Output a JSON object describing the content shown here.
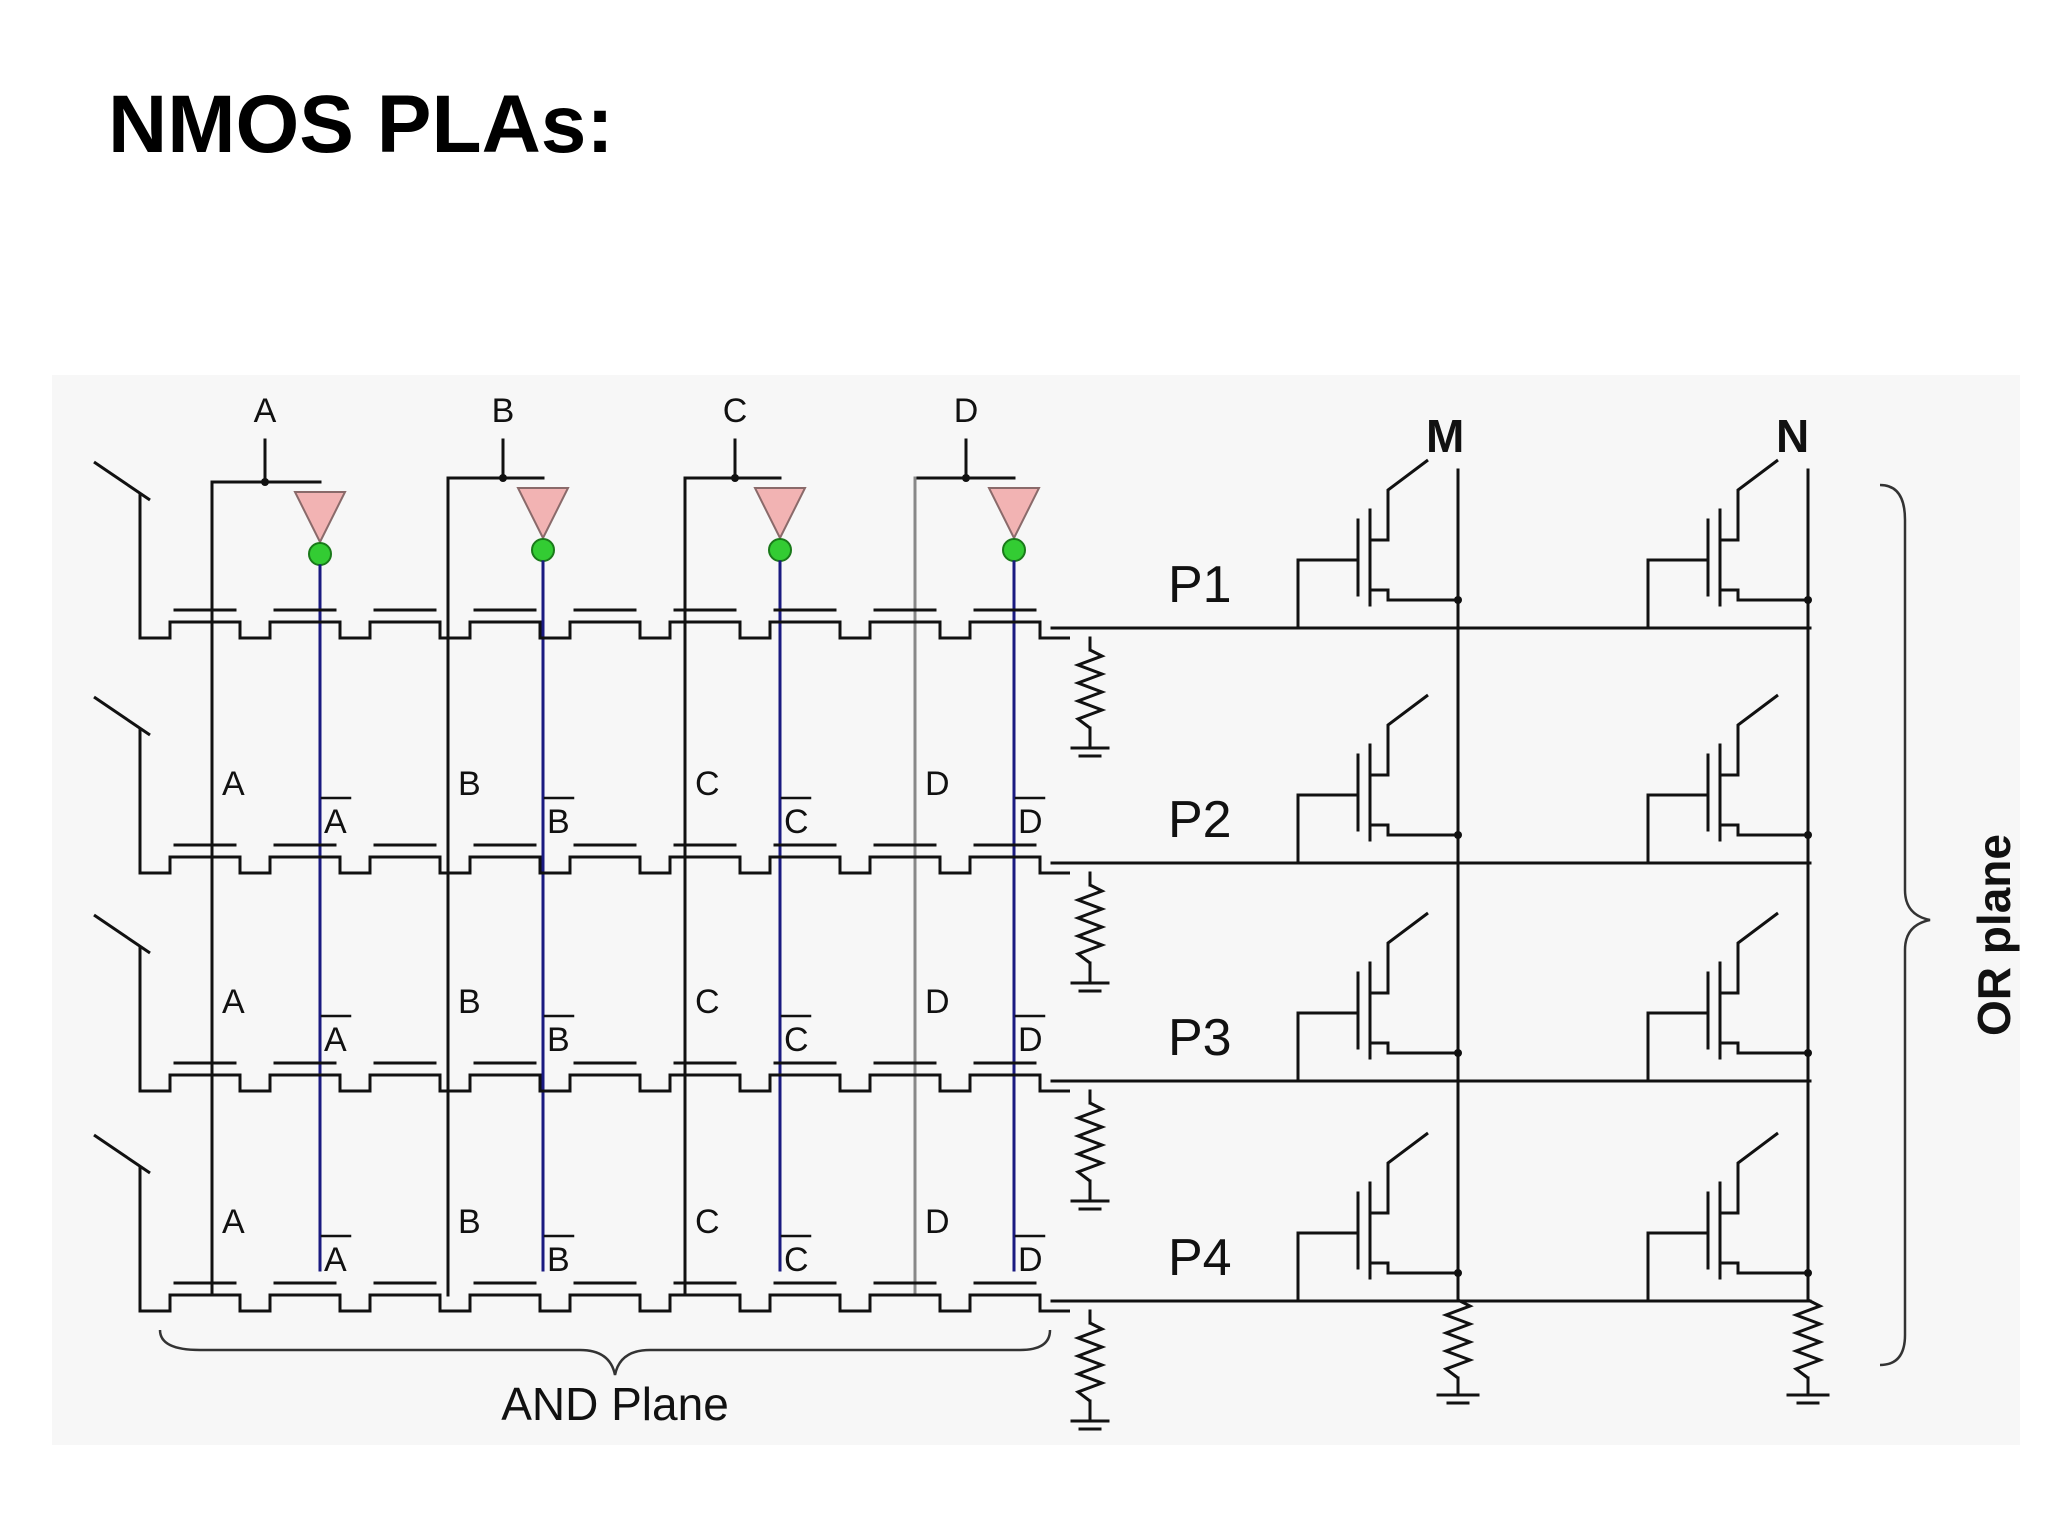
{
  "slide": {
    "title": "NMOS PLAs:"
  },
  "diagram": {
    "inputs": [
      {
        "name": "A",
        "complement": "A"
      },
      {
        "name": "B",
        "complement": "B"
      },
      {
        "name": "C",
        "complement": "C"
      },
      {
        "name": "D",
        "complement": "D"
      }
    ],
    "product_terms": [
      "P1",
      "P2",
      "P3",
      "P4"
    ],
    "outputs": [
      "M",
      "N"
    ],
    "and_plane_label": "AND Plane",
    "or_plane_label": "OR plane",
    "colors": {
      "inverter_fill": "#f2b3b3",
      "inverter_bubble": "#33cc33",
      "complement_line": "#1a1a80",
      "wire": "#111111",
      "panel_background": "#f7f7f7"
    }
  }
}
